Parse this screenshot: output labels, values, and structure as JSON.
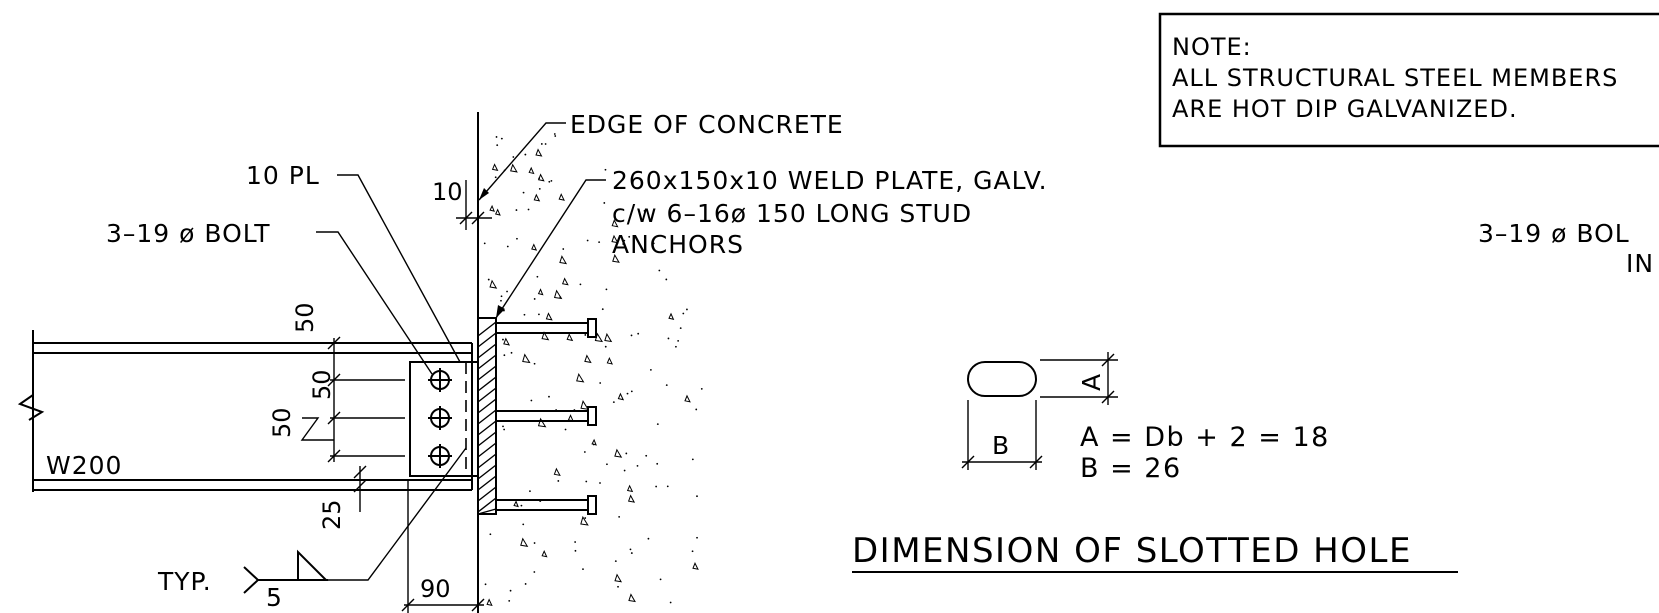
{
  "labels": {
    "edge_of_concrete": "EDGE OF CONCRETE",
    "plate_line1": "260x150x10 WELD PLATE, GALV.",
    "plate_line2": "c/w 6–16ø 150 LONG STUD",
    "plate_line3": "ANCHORS",
    "pl_10": "10 PL",
    "bolt_left": "3–19 ø BOLT",
    "bolt_right_line1": "3–19 ø BOL",
    "bolt_right_line2": "IN",
    "beam": "W200",
    "typ": "TYP.",
    "weld_size": "5"
  },
  "dimensions": {
    "d10": "10",
    "d50_top": "50",
    "d50_mid": "50",
    "d50_left": "50",
    "d25": "25",
    "d90": "90",
    "slot_a": "A",
    "slot_b": "B"
  },
  "formulas": {
    "a": "A = Db + 2 = 18",
    "b": "B = 26"
  },
  "section_title": "DIMENSION OF SLOTTED HOLE",
  "note": {
    "heading": "NOTE:",
    "line1": "ALL STRUCTURAL STEEL MEMBERS",
    "line2": "ARE HOT DIP GALVANIZED."
  }
}
